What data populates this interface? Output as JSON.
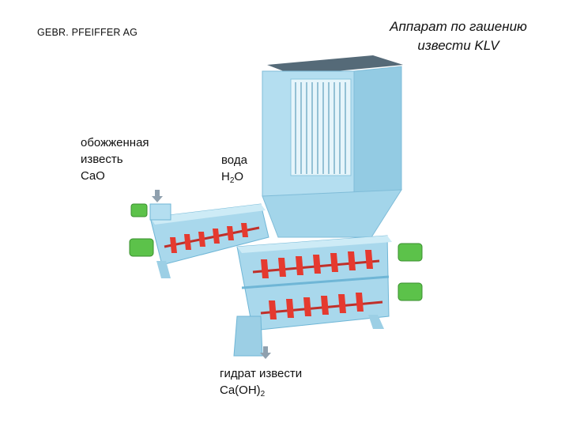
{
  "header": {
    "company": "GEBR. PFEIFFER AG",
    "title_line1": "Аппарат по гашению",
    "title_line2": "извести KLV"
  },
  "labels": {
    "lime": {
      "line1": "обожженная",
      "line2": "известь",
      "formula": "CaO"
    },
    "water": {
      "line1": "вода",
      "formula_main": "H",
      "formula_sub": "2",
      "formula_end": "O"
    },
    "hydrate": {
      "line1": "гидрат извести",
      "formula_main": "Ca(OH)",
      "formula_sub": "2"
    }
  },
  "colors": {
    "body": "#a9d8ec",
    "body_dark": "#6fb6d6",
    "body_light": "#cdebf6",
    "motor": "#5cc24a",
    "motor_dark": "#3a8f2f",
    "paddle": "#e53a2f",
    "roof": "#556a78",
    "arrow": "#8fa0ae"
  }
}
